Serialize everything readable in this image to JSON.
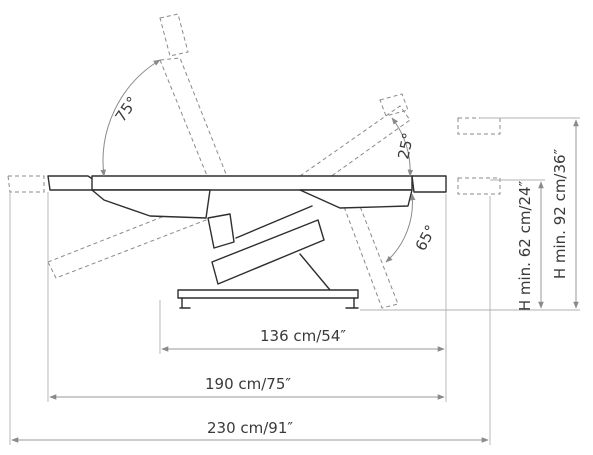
{
  "dimensions": {
    "length_136": "136 cm/54″",
    "length_190": "190 cm/75″",
    "length_230": "230 cm/91″",
    "height_min_62": "H min. 62 cm/24″",
    "height_min_92": "H min. 92 cm/36″"
  },
  "angles": {
    "backrest": "75°",
    "leg_upper": "25°",
    "leg_lower": "65°"
  },
  "colors": {
    "line": "#2e2e2e",
    "dimension": "#9a9a9a",
    "text": "#3a3a3a"
  }
}
